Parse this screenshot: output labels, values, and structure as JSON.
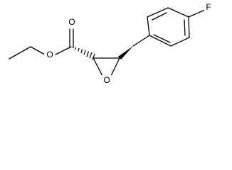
{
  "molecule": {
    "atoms": {
      "carbonyl_oxygen": "O",
      "ester_oxygen": "O",
      "epoxide_oxygen": "O",
      "fluorine": "F"
    }
  },
  "colors": {
    "ink": "#000000",
    "background": "#ffffff"
  }
}
